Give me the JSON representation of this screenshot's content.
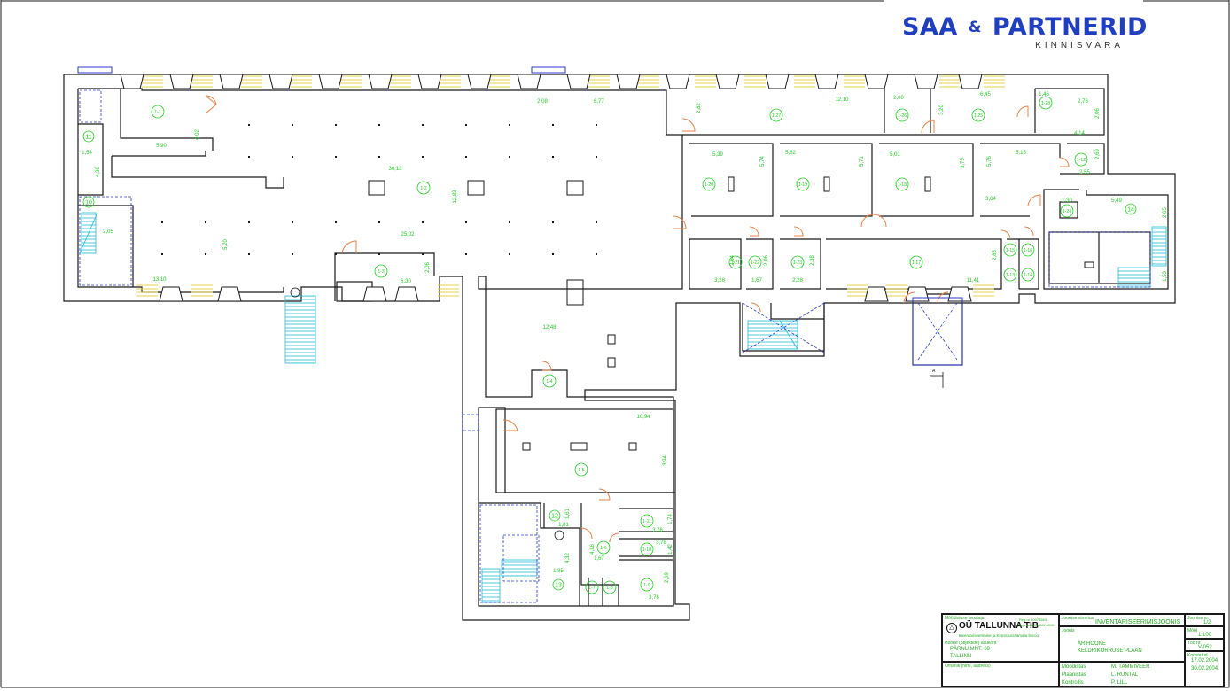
{
  "brand": {
    "name_part1": "SAA",
    "amp": "&",
    "name_part2": "PARTNERID",
    "tagline": "KINNISVARA"
  },
  "colors": {
    "walls": "#1a1a1a",
    "labels": "#22cc22",
    "doors": "#e8834a",
    "windows": "#e6d64a",
    "stairs": "#22bcd4",
    "dashed": "#2a3bc8",
    "brand": "#1f3fbf"
  },
  "room_labels": [
    "1-1",
    "1-2",
    "1-3",
    "1-4",
    "1-5",
    "1-6",
    "1-7",
    "1-8",
    "1-9",
    "1-10",
    "1-11",
    "1-12",
    "1-13",
    "1-14",
    "1-15",
    "1-16",
    "1-17",
    "1-18",
    "1-19",
    "1-20",
    "1-21",
    "1-22",
    "1-23",
    "1-24",
    "1-25",
    "1-26",
    "1-27",
    "1-28"
  ],
  "stair_numbers": [
    "10",
    "11",
    "12",
    "13",
    "14"
  ],
  "dimensions": {
    "d1": "5,90",
    "d2": "4,02",
    "d3": "1,54",
    "d4": "4,30",
    "d5": "2,05",
    "d6": "36,13",
    "d7": "12,83",
    "d8": "5,20",
    "d9": "25,02",
    "d10": "13,10",
    "d11": "6,30",
    "d12": "2,06",
    "d13": "2,08",
    "d14": "6,77",
    "d15": "12,48",
    "d16": "10,94",
    "d17": "3,94",
    "d18": "2,82",
    "d19": "12,10",
    "d20": "2,00",
    "d21": "3,20",
    "d22": "6,45",
    "d23": "1,46",
    "d24": "2,76",
    "d25": "2,06",
    "d26": "4,14",
    "d27": "5,39",
    "d28": "5,74",
    "d29": "5,82",
    "d30": "5,71",
    "d31": "5,01",
    "d32": "3,75",
    "d33": "5,76",
    "d34": "5,15",
    "d35": "2,69",
    "d36": "2,55",
    "d37": "3,64",
    "d38": "1,30",
    "d39": "5,49",
    "d40": "2,65",
    "d41": "1,53",
    "d42": "2,64",
    "d43": "3,28",
    "d44": "1,67",
    "d45": "2,06",
    "d46": "2,38",
    "d47": "2,28",
    "d48": "2,85",
    "d49": "11,41",
    "d50": "1,61",
    "d51": "1,81",
    "d52": "4,32",
    "d53": "1,85",
    "d54": "4,16",
    "d55": "1,67",
    "d56": "1,74",
    "d57": "3,76",
    "d58": "3,78",
    "d59": "1,42",
    "d60": "2,69",
    "d61": "3,76"
  },
  "title_block": {
    "company_caption": "Mõõdistuse teostaja",
    "company": "OÜ TALLUNNA TIB",
    "company_sub": "Inventariseerimise ja Kinnistusraamatu büroo",
    "company_note": "Reg.nr 10078563 tegevusluba INV 0010",
    "object_caption": "Hoone (objektide) asukoht",
    "address": "PÄRNU MNT. 69",
    "city": "TALLINN",
    "owner_caption": "Omanik (nimi, aadress)",
    "doc_caption": "Joonise nimetus",
    "doc_type": "INVENTARISEERIMISJOONIS",
    "drawing_caption": "Joonis",
    "drawing_title_1": "ÄRIHOONE",
    "drawing_title_2": "KELDRIKORRUSE PLAAN",
    "sheet_caption": "Joonise nr.",
    "sheet": "1/2",
    "scale_caption": "Mõõt",
    "scale": "1:100",
    "tod_caption": "Töö nr.",
    "tod": "V-052",
    "date_caption": "Koostatud",
    "date1": "17.02.2004",
    "date2": "30.02.2004",
    "roles": [
      "Mõõdistas",
      "Plaanistas",
      "Kontrollis"
    ],
    "names": [
      "M. TAMMIVEER",
      "L. RUNTAL",
      "P. LILL"
    ]
  }
}
